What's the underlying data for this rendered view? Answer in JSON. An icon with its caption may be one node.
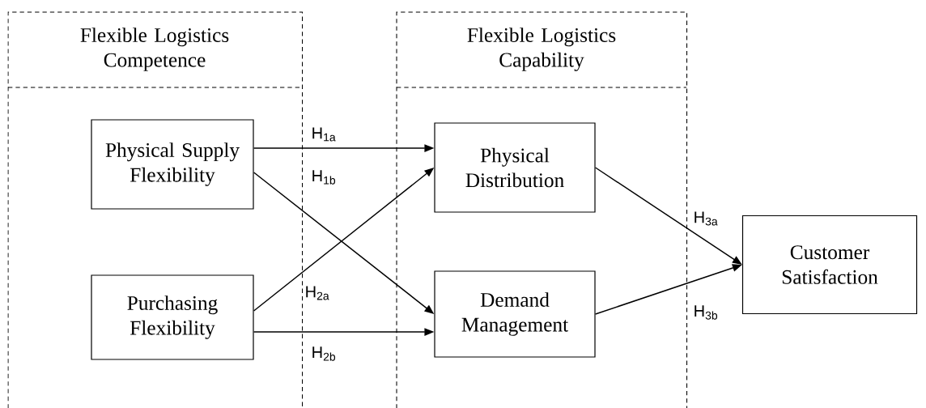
{
  "diagram": {
    "nodes": [
      {
        "text": [
          "Flexible Logistics Competence"
        ]
      },
      {
        "text": [
          "Physical Supply Flexibility"
        ],
        "in": 0
      },
      {
        "text": [
          "Purchasing Flexibility"
        ],
        "in": 0
      },
      {
        "text": [
          "Flexible Logistics Capability"
        ]
      },
      {
        "text": [
          "Physical Distribution"
        ],
        "in": 3
      },
      {
        "text": [
          "Demand Management"
        ],
        "in": 3
      },
      {
        "text": [
          "Customer Satisfaction"
        ]
      }
    ],
    "edges": [
      {
        "from": 1,
        "to": 4,
        "arrow": "to",
        "label": "H$_{1a}$"
      },
      {
        "from": 1,
        "to": 5,
        "arrow": "to",
        "label": "H$_{1b}$"
      },
      {
        "from": 2,
        "to": 4,
        "arrow": "to",
        "label": "H$_{2a}$"
      },
      {
        "from": 2,
        "to": 5,
        "arrow": "to",
        "label": "H$_{2b}$"
      },
      {
        "from": 4,
        "to": 6,
        "arrow": "to",
        "label": "H$_{3a}$"
      },
      {
        "from": 5,
        "to": 6,
        "arrow": "to",
        "label": "H$_{3b}$"
      }
    ]
  }
}
